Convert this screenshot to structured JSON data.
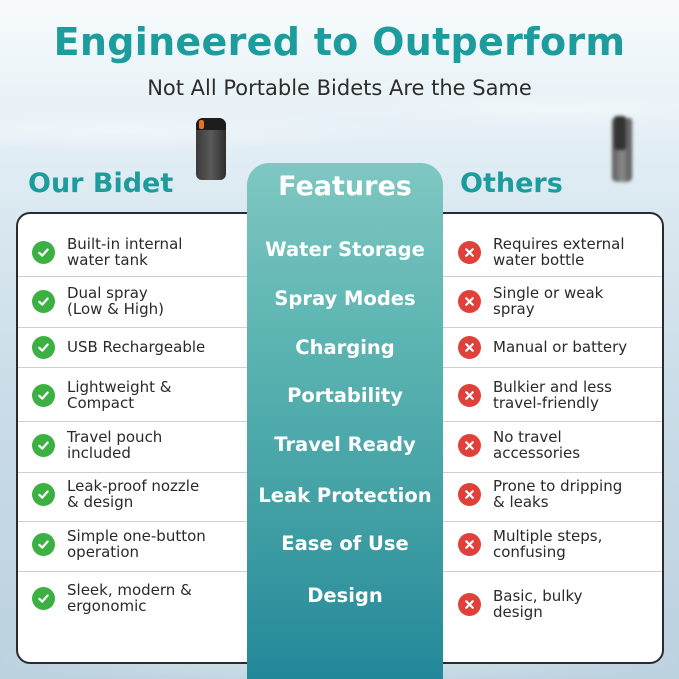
{
  "header": {
    "title": "Engineered to Outperform",
    "subtitle": "Not All Portable Bidets Are the Same"
  },
  "columns": {
    "left_label": "Our Bidet",
    "middle_label": "Features",
    "right_label": "Others"
  },
  "colors": {
    "accent": "#1c9c9c",
    "check": "#3cb043",
    "cross": "#e0403a"
  },
  "rows": [
    {
      "ours": "Built-in internal\nwater tank",
      "feature": "Water Storage",
      "others": "Requires external\nwater bottle"
    },
    {
      "ours": "Dual spray\n(Low & High)",
      "feature": "Spray Modes",
      "others": "Single or weak\nspray"
    },
    {
      "ours": "USB Rechargeable",
      "feature": "Charging",
      "others": "Manual or battery"
    },
    {
      "ours": "Lightweight &\nCompact",
      "feature": "Portability",
      "others": "Bulkier and less\ntravel-friendly"
    },
    {
      "ours": "Travel pouch\nincluded",
      "feature": "Travel Ready",
      "others": "No travel\naccessories"
    },
    {
      "ours": "Leak-proof nozzle\n& design",
      "feature": "Leak Protection",
      "others": "Prone to dripping\n& leaks"
    },
    {
      "ours": "Simple one-button\noperation",
      "feature": "Ease of Use",
      "others": "Multiple steps,\nconfusing"
    },
    {
      "ours": "Sleek, modern &\nergonomic",
      "feature": "Design",
      "others": "Basic, bulky\ndesign"
    }
  ],
  "icons": {
    "ours": "check-circle-icon",
    "others": "x-circle-icon"
  }
}
